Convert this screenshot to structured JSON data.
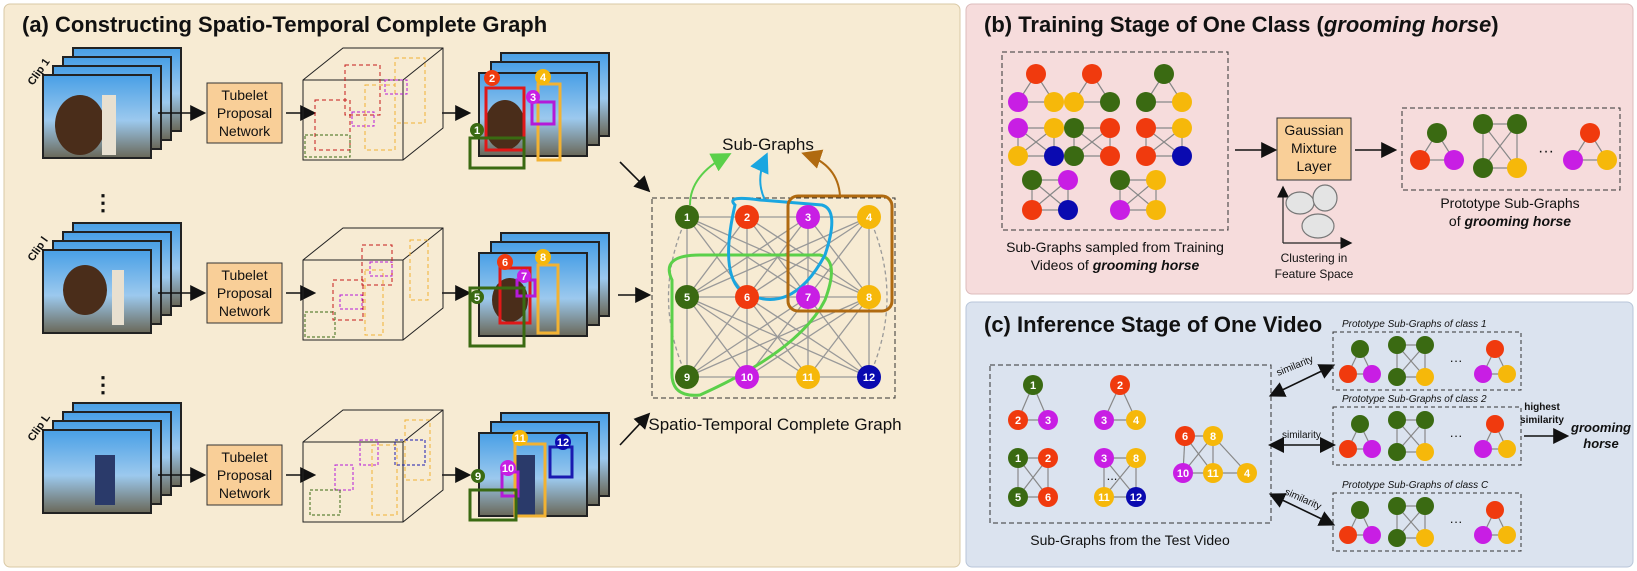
{
  "panels": {
    "a": {
      "title": "(a) Constructing Spatio-Temporal Complete Graph"
    },
    "b": {
      "title_prefix": "(b) Training Stage of One Class (",
      "title_em": "grooming horse",
      "title_suffix": ")"
    },
    "c": {
      "title": "(c) Inference Stage of One Video"
    }
  },
  "clips": [
    "Clip 1",
    "Clip l",
    "Clip L"
  ],
  "tubelet_box": [
    "Tubelet",
    "Proposal",
    "Network"
  ],
  "sub_graphs_label": "Sub-Graphs",
  "complete_graph_label": "Spatio-Temporal Complete Graph",
  "nodes": [
    "1",
    "2",
    "3",
    "4",
    "5",
    "6",
    "7",
    "8",
    "9",
    "10",
    "11",
    "12"
  ],
  "vertical_dots": "⋮",
  "training": {
    "sampled_caption_1": "Sub-Graphs sampled from Training",
    "sampled_caption_2_prefix": "Videos of ",
    "sampled_caption_2_em": "grooming horse",
    "gmm_box": [
      "Gaussian",
      "Mixture",
      "Layer"
    ],
    "clustering_1": "Clustering in",
    "clustering_2": "Feature Space",
    "prototype_caption_1": "Prototype Sub-Graphs",
    "prototype_caption_2_prefix": "of ",
    "prototype_caption_2_em": "grooming horse",
    "ellipsis": "···"
  },
  "inference": {
    "test_caption": "Sub-Graphs from the Test Video",
    "proto_class_1": "Prototype Sub-Graphs of class 1",
    "proto_class_2": "Prototype Sub-Graphs of class 2",
    "proto_class_C": "Prototype Sub-Graphs of class C",
    "similarity": "similarity",
    "highest_1": "highest",
    "highest_2": "similarity",
    "result_1": "grooming",
    "result_2": "horse",
    "ellipsis": "···",
    "mid_dots": "..."
  },
  "colors": {
    "panel_a_bg": "#f7ebd3",
    "panel_b_bg": "#f6dcdc",
    "panel_c_bg": "#dbe3ef",
    "box_fill": "#f9cf98",
    "dark_green": "#3a6a12",
    "red_orange": "#f03a0e",
    "magenta": "#c81ee4",
    "yellow": "#f6b80a",
    "navy": "#0a0ab0"
  }
}
